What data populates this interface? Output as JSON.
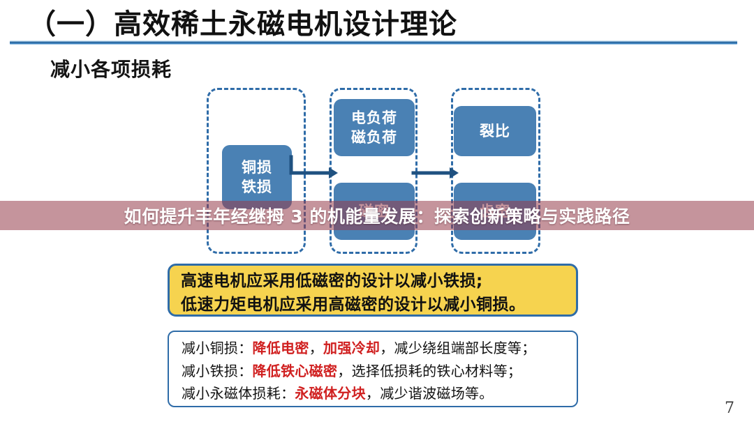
{
  "slide": {
    "title": "（一）高效稀土永磁电机设计理论",
    "subtitle": "减小各项损耗",
    "page_number": "7",
    "accent_blue": "#2f6ca8",
    "node_blue": "#4a81b4",
    "callout_yellow": "#f6d34f",
    "highlight_red": "#d02020"
  },
  "diagram": {
    "groups": [
      {
        "id": "loss",
        "name": "losses-group"
      },
      {
        "id": "load",
        "name": "load-group"
      },
      {
        "id": "ratio",
        "name": "ratio-group"
      }
    ],
    "nodes": {
      "losses": {
        "line1": "铜损",
        "line2": "铁损"
      },
      "load": {
        "line1": "电负荷",
        "line2": "磁负荷"
      },
      "flux": {
        "line1": "磁密"
      },
      "split_ratio": {
        "line1": "裂比"
      },
      "tooth": {
        "line1": "齿宽"
      }
    },
    "arrows": [
      {
        "name": "arrow-losses-to-load"
      },
      {
        "name": "arrow-load-to-ratio"
      }
    ]
  },
  "callout_yellow": {
    "line1": "高速电机应采用低磁密的设计以减小铁损;",
    "line2": "低速力矩电机应采用高磁密的设计以减小铜损。"
  },
  "callout_detail": {
    "rows": [
      {
        "label": "减小铜损：",
        "red1": "降低电密",
        "sep1": "，",
        "red2": "加强冷却",
        "tail": "，减少绕组端部长度等；"
      },
      {
        "label": "减小铁损：",
        "red1": "降低铁心磁密",
        "sep1": "",
        "red2": "",
        "tail": "，选择低损耗的铁心材料等；"
      },
      {
        "label": "减小永磁体损耗：",
        "red1": "永磁体分块",
        "sep1": "",
        "red2": "",
        "tail": "，减少谐波磁场等。"
      }
    ]
  },
  "watermark": {
    "text": "如何提升丰年经继拇 3 的机能量发展：探索创新策略与实践路径"
  }
}
